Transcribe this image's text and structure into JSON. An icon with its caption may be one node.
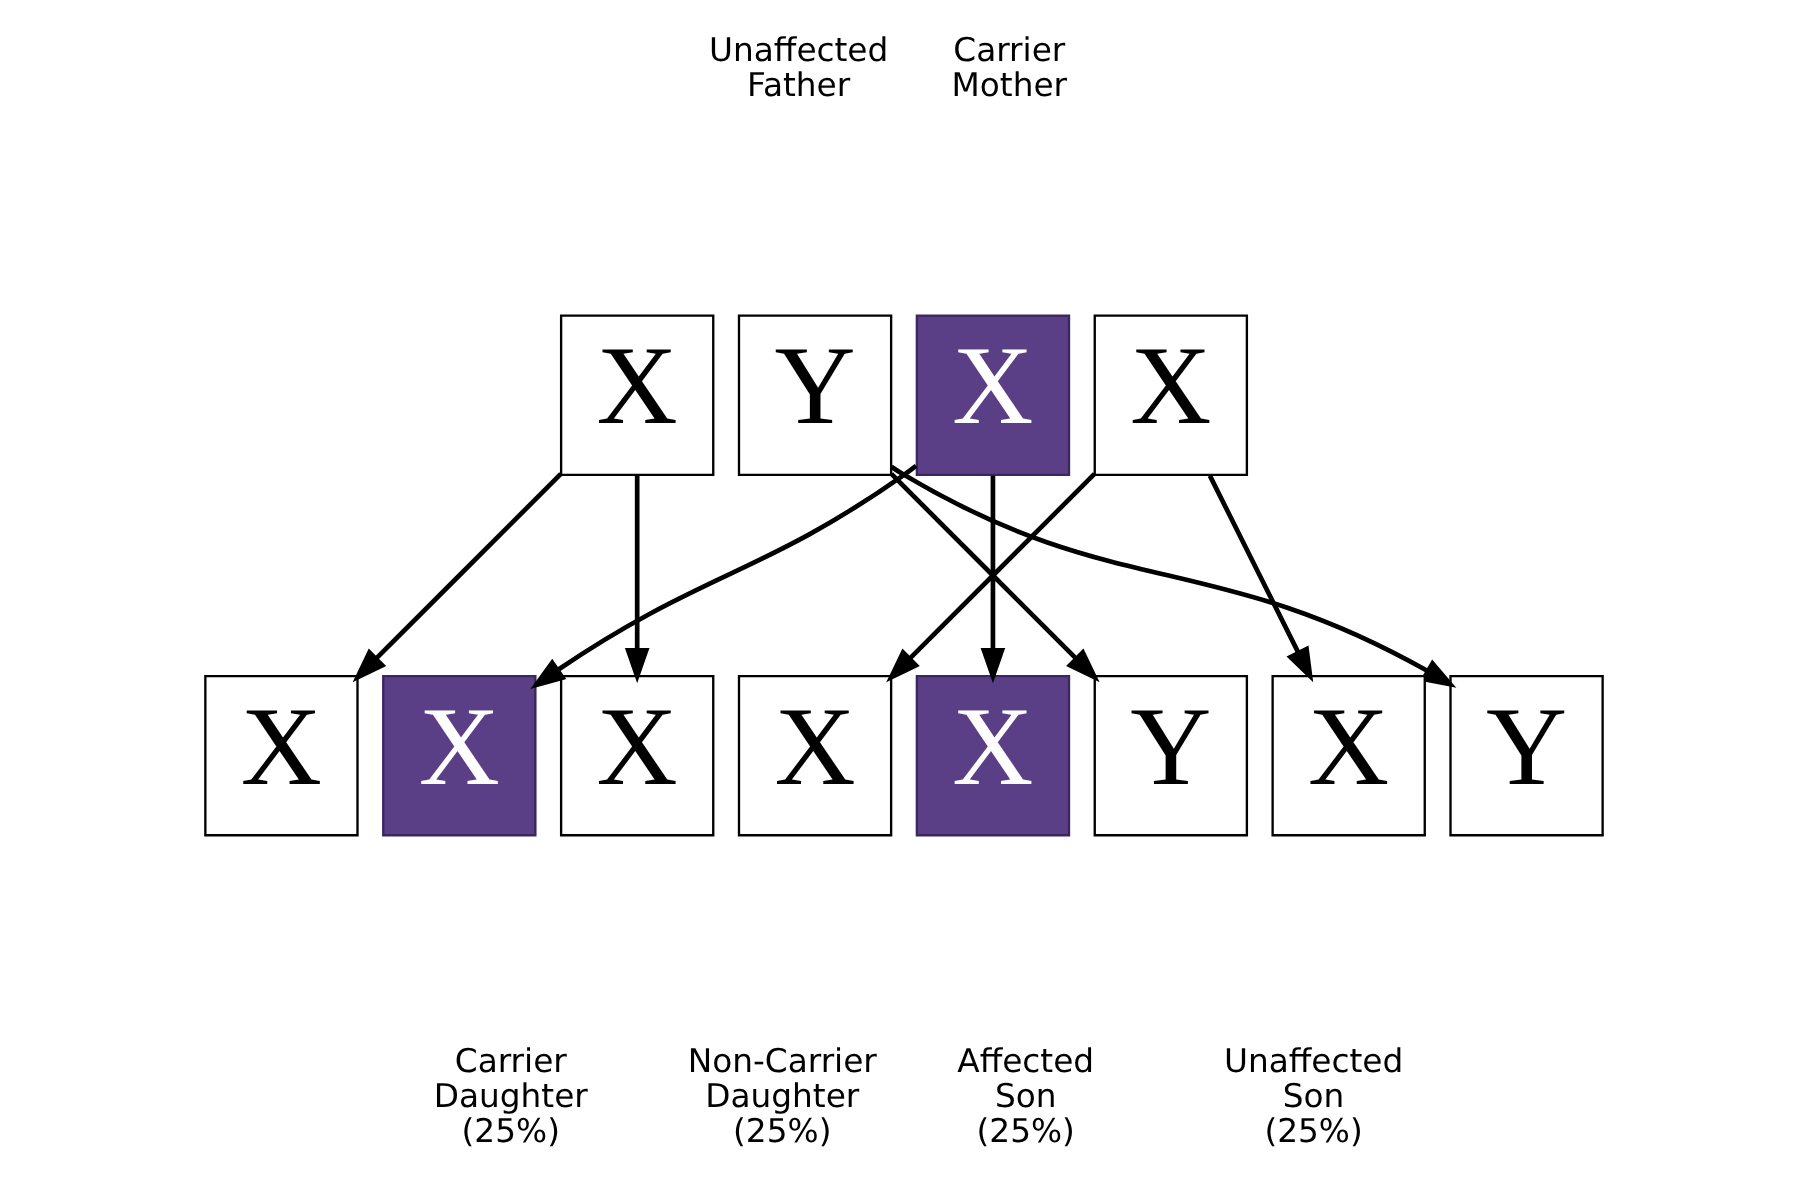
{
  "diagram": {
    "nodes": [
      {
        "text": [
          "X"
        ]
      },
      {
        "text": [
          "Y"
        ]
      },
      {
        "text": [
          "X"
        ]
      },
      {
        "text": [
          "X"
        ]
      },
      {
        "text": [
          "X"
        ]
      },
      {
        "text": [
          "X"
        ]
      },
      {
        "text": [
          "X"
        ]
      },
      {
        "text": [
          "X"
        ]
      },
      {
        "text": [
          "X"
        ]
      },
      {
        "text": [
          "Y"
        ]
      },
      {
        "text": [
          "X"
        ]
      },
      {
        "text": [
          "Y"
        ]
      }
    ],
    "edges": [
      {
        "from": 0,
        "to": 4,
        "arrow": "to"
      },
      {
        "from": 0,
        "to": 6,
        "arrow": "to"
      },
      {
        "from": 1,
        "to": 9,
        "arrow": "to"
      },
      {
        "from": 1,
        "to": 11,
        "arrow": "to"
      },
      {
        "from": 2,
        "to": 5,
        "arrow": "to"
      },
      {
        "from": 2,
        "to": 8,
        "arrow": "to"
      },
      {
        "from": 3,
        "to": 7,
        "arrow": "to"
      },
      {
        "from": 3,
        "to": 10,
        "arrow": "to"
      }
    ],
    "labels": [
      "Unaffected Father",
      "Carrier Mother",
      "Carrier Daughter (25%)",
      "Non-Carrier Daughter (25%)",
      "Affected Son (25%)",
      "Unaffected Son (25%)"
    ]
  }
}
